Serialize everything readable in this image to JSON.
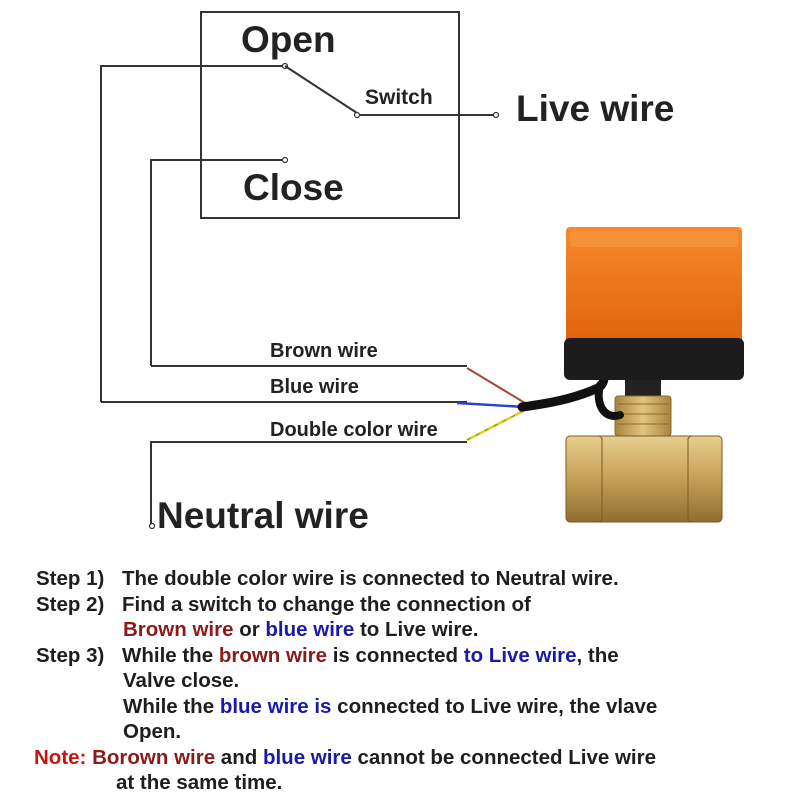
{
  "diagram": {
    "open_label": "Open",
    "close_label": "Close",
    "switch_label": "Switch",
    "live_wire_label": "Live wire",
    "brown_wire_label": "Brown wire",
    "blue_wire_label": "Blue wire",
    "double_color_wire_label": "Double color wire",
    "neutral_wire_label": "Neutral wire"
  },
  "steps": {
    "step1_key": "Step 1)",
    "step1_text": "The double color wire is connected to Neutral wire.",
    "step2_key": "Step 2)",
    "step2_line1": "Find a switch to change the connection of",
    "step2_brown": "Brown wire",
    "step2_or": " or ",
    "step2_blue": "blue wire",
    "step2_end": " to Live wire.",
    "step3_key": "Step 3)",
    "step3_a": "While the ",
    "step3_brown": "brown wire",
    "step3_b": " is connected ",
    "step3_live": "to Live wire",
    "step3_c": ", the",
    "step3_line2": "Valve close.",
    "step3_d": "While the ",
    "step3_blue": "blue wire is",
    "step3_e": " connected to Live wire, the vlave",
    "step3_line4": "Open."
  },
  "note": {
    "label": "Note:",
    "brown": "Borown wire",
    "and": " and ",
    "blue": "blue wire",
    "rest": " cannot be connected Live wire",
    "line2": "at the same time."
  },
  "colors": {
    "brown_text": "#8b1a1a",
    "blue_text": "#1a1aa8",
    "note_red": "#cc1111",
    "actuator_orange": "#f07a1e",
    "brass": "#c9a45a"
  }
}
